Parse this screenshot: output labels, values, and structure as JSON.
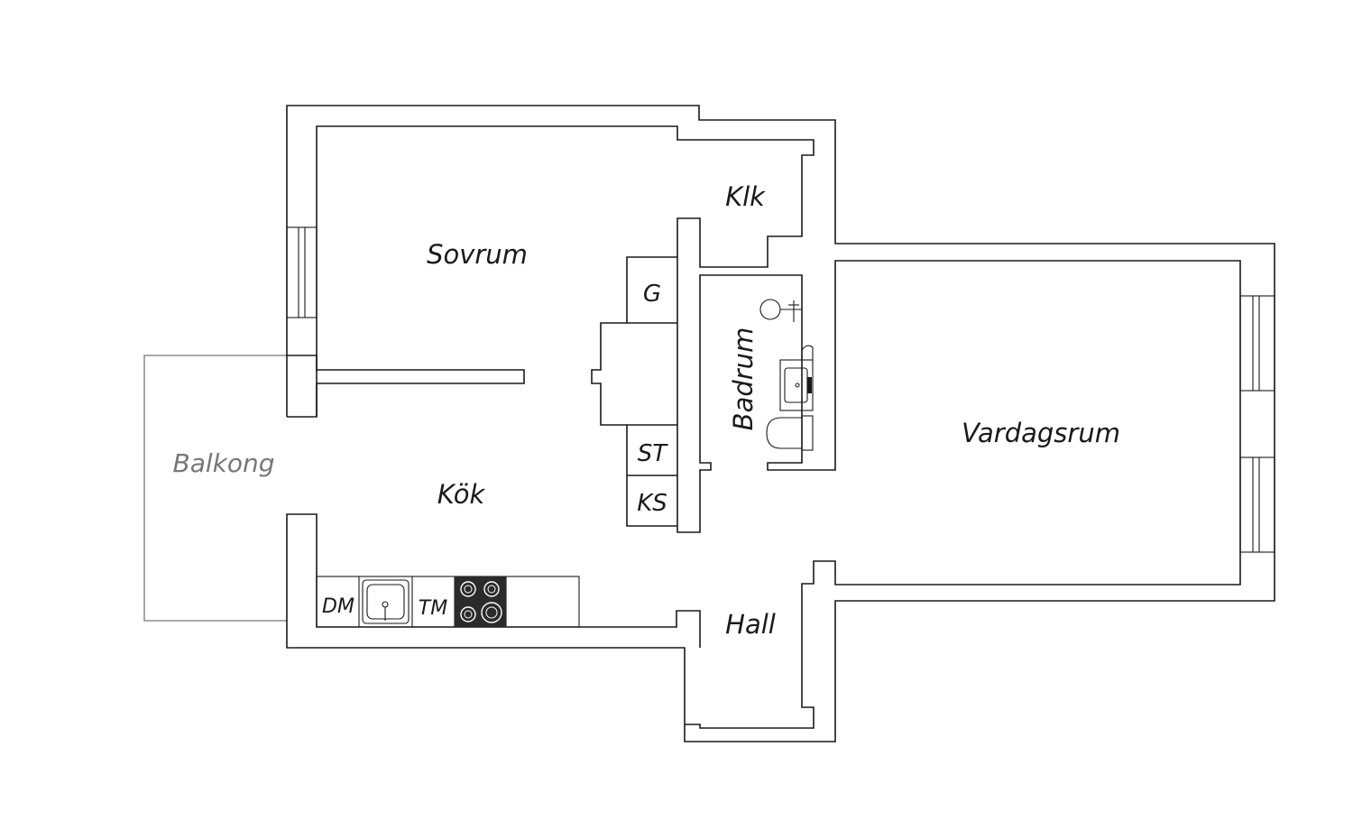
{
  "rooms": {
    "sovrum": "Sovrum",
    "klk": "Klk",
    "badrum": "Badrum",
    "vardagsrum": "Vardagsrum",
    "kok": "Kök",
    "hall": "Hall",
    "balkong": "Balkong"
  },
  "fixtures": {
    "garderob": "G",
    "stadskap": "ST",
    "kylskap": "KS",
    "diskmaskin": "DM",
    "tvattmaskin": "TM"
  },
  "colors": {
    "wall": "#1a1a1a",
    "balcony": "#777777",
    "stove": "#2b2b2b"
  }
}
